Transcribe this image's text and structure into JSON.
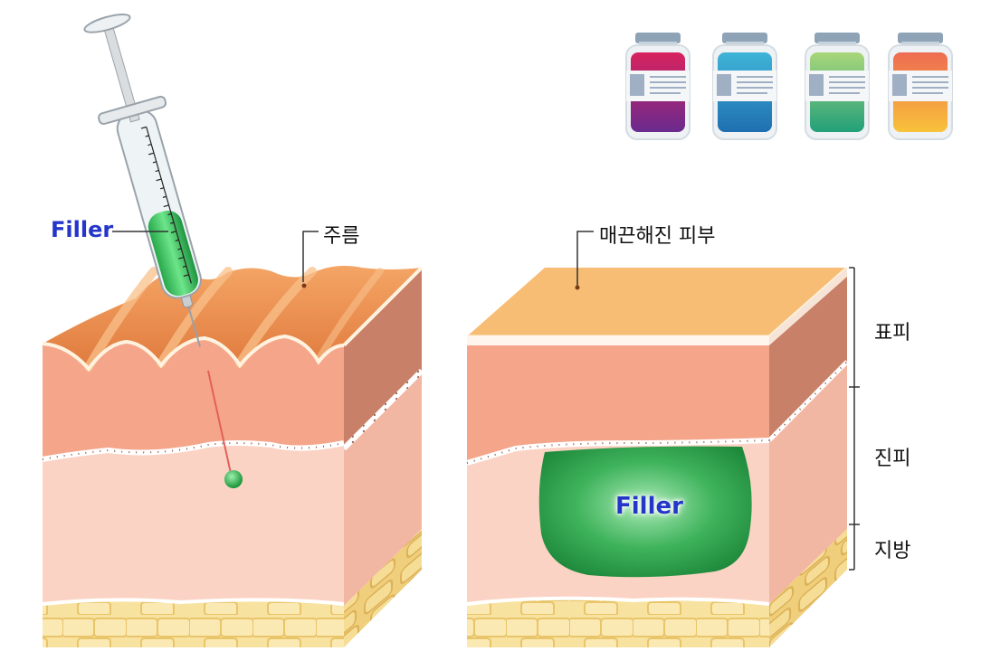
{
  "labels": {
    "filler_syringe": "Filler",
    "wrinkle": "주름",
    "smooth_skin": "매끈해진 피부",
    "filler_inside": "Filler"
  },
  "layers": {
    "epidermis": "표피",
    "dermis": "진피",
    "fat": "지방"
  },
  "colors": {
    "epidermis_top": "#f7bd74",
    "wrinkle_top": "#e8844a",
    "epidermis_front": "#f5a58a",
    "epidermis_side": "#c98068",
    "dermis_front": "#fbd3c4",
    "dermis_side": "#f2b7a2",
    "fat_front": "#f8e2a0",
    "filler_green": "#2e9e4a",
    "label_blue": "#2436c8"
  },
  "vials": [
    {
      "name": "vial-magenta",
      "cap_color": "#d8235e",
      "top_color": "#d8235e",
      "bottom_color": "#6a2a8e"
    },
    {
      "name": "vial-blue",
      "cap_color": "#5cc9e0",
      "top_color": "#3fb4d8",
      "bottom_color": "#1f6fb0"
    },
    {
      "name": "vial-green",
      "cap_color": "#a9d67a",
      "top_color": "#a9d67a",
      "bottom_color": "#23a07a"
    },
    {
      "name": "vial-orange",
      "cap_color": "#ee6b52",
      "top_color": "#ee6b52",
      "bottom_color": "#f8c23a"
    }
  ]
}
